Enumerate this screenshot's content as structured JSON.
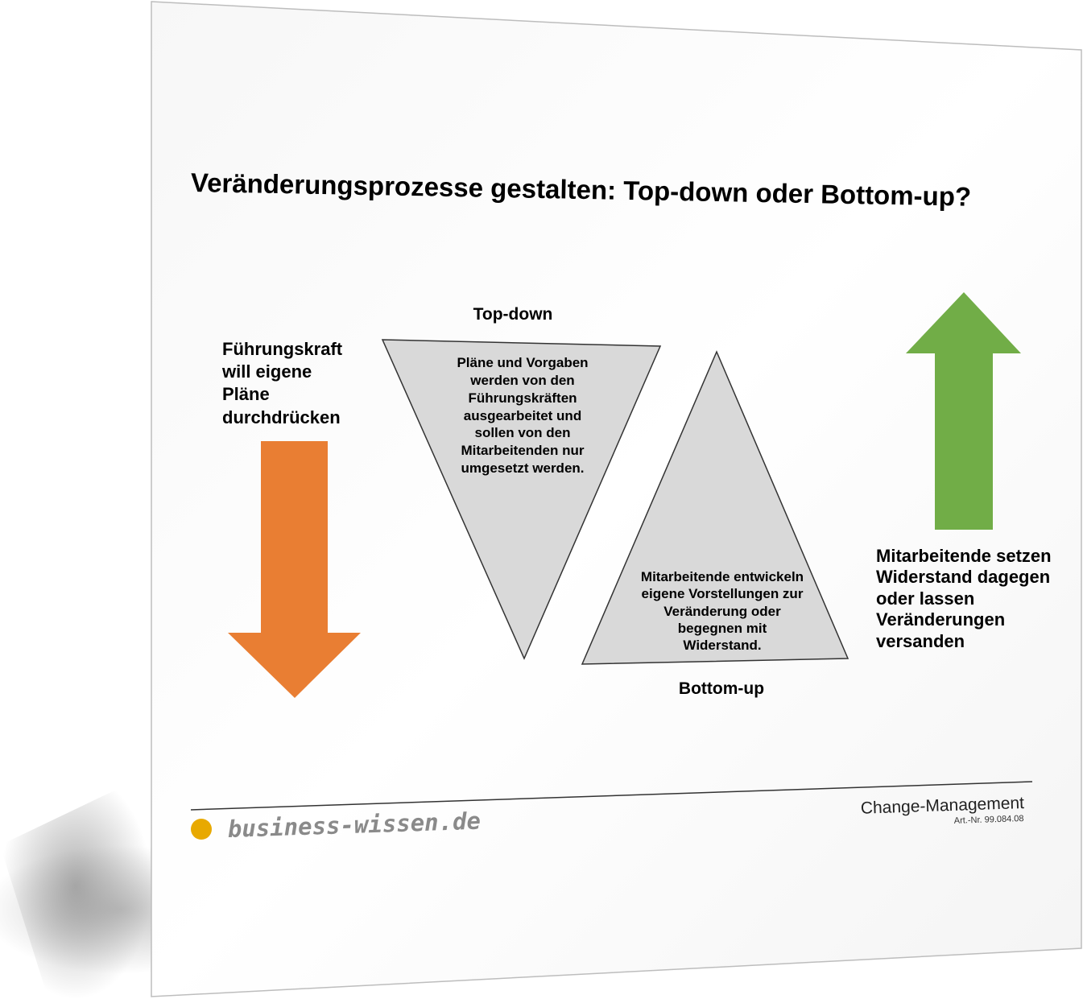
{
  "title": "Veränderungsprozesse gestalten: Top-down oder Bottom-up?",
  "top_down": {
    "label": "Top-down",
    "text_lines": [
      "Pläne und Vorgaben",
      "werden von den",
      "Führungskräften",
      "ausgearbeitet und",
      "sollen von den",
      "Mitarbeitenden nur",
      "umgesetzt werden."
    ]
  },
  "bottom_up": {
    "label": "Bottom-up",
    "text_lines": [
      "Mitarbeitende entwickeln",
      "eigene Vorstellungen zur",
      "Veränderung oder",
      "begegnen mit",
      "Widerstand."
    ]
  },
  "left_note": {
    "lines": [
      "Führungskraft",
      "will eigene",
      "Pläne",
      "durchdrücken"
    ]
  },
  "right_note": {
    "lines": [
      "Mitarbeitende setzen",
      "Widerstand dagegen",
      "oder lassen",
      "Veränderungen",
      "versanden"
    ]
  },
  "footer": {
    "brand": "business-wissen.de",
    "category": "Change-Management",
    "article_number": "Art.-Nr. 99.084.08"
  },
  "colors": {
    "arrow_down": "#e97e33",
    "arrow_up": "#71ad47",
    "triangle_fill": "#d9d9d9",
    "logo_dot": "#e8a900"
  }
}
